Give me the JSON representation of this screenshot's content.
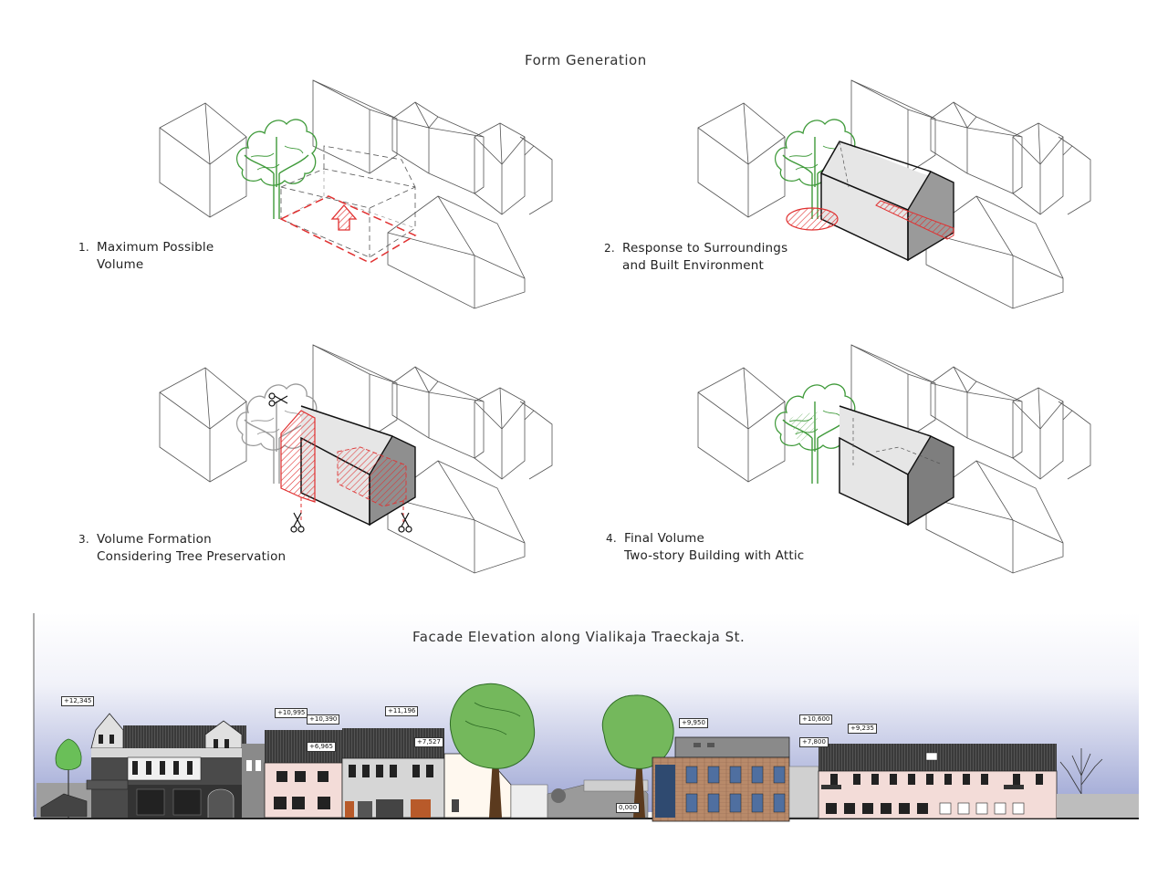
{
  "form_generation": {
    "title": "Form Generation",
    "steps": [
      {
        "number": "1.",
        "line1": "Maximum Possible",
        "line2": "Volume"
      },
      {
        "number": "2.",
        "line1": "Response to Surroundings",
        "line2": "and Built Environment"
      },
      {
        "number": "3.",
        "line1": "Volume Formation",
        "line2": "Considering Tree Preservation"
      },
      {
        "number": "4.",
        "line1": "Final Volume",
        "line2": "Two-story Building with Attic"
      }
    ]
  },
  "facade": {
    "title": "Facade Elevation along Vialikaja Traeckaja St.",
    "levels": [
      "+12,345",
      "+10,995",
      "+10,390",
      "+6,965",
      "+11,196",
      "+7,527",
      "0,000",
      "+9,950",
      "+10,600",
      "+7,800",
      "+9,235"
    ]
  },
  "colors": {
    "accent_red": "#e03030",
    "tree_green": "#3f9a3a",
    "sky_top": "#ffffff",
    "sky_bottom": "#9aa3d3"
  }
}
